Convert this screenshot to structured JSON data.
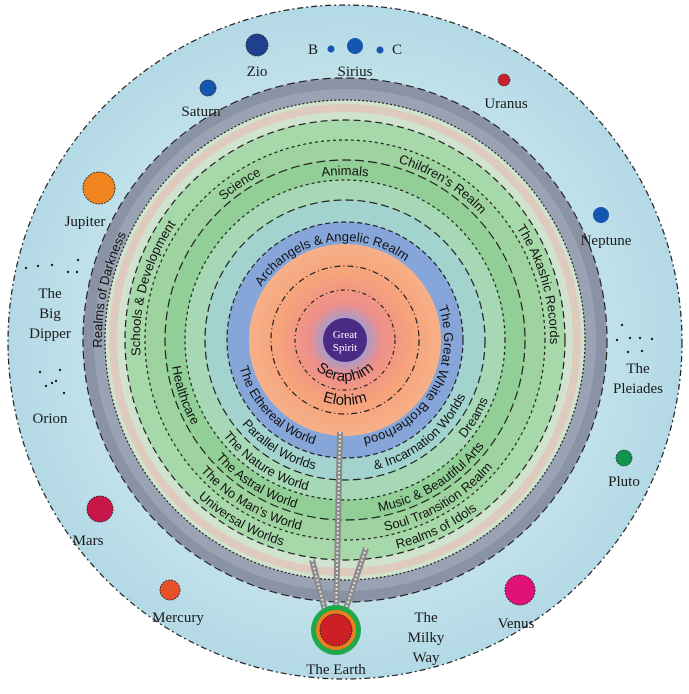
{
  "title": "Spiritual Realms Cosmology Diagram",
  "center": {
    "core_label_line1": "Great",
    "core_label_line2": "Spirit",
    "inner_rings": [
      "Seraphim",
      "Elohim"
    ]
  },
  "realms": {
    "archangels": "Archangels & Angelic Realm",
    "brotherhood": "The Great White Brotherhood",
    "ethereal": "The Ethereal World",
    "parallel": "Parallel Worlds",
    "incarnation": "& Incarnation Worlds",
    "nature": "The Nature World",
    "astral": "The Astral World",
    "music": "Music & Beautiful Arts",
    "no_mans": "The No Man's World",
    "soul_transition": "Soul Transition Realms",
    "universal": "Universal Worlds",
    "idols": "Realms of Idols",
    "darkness": "Realms of Darkness",
    "schools": "Schools & Development",
    "science": "Science",
    "animals": "Animals",
    "childrens": "Children's Realm",
    "akashic": "The Akashic Records",
    "dreams": "Dreams",
    "healthcare": "Healthcare"
  },
  "celestial_bodies": [
    {
      "id": "zio",
      "label": "Zio",
      "color": "#1f3f8f"
    },
    {
      "id": "sirius",
      "label": "Sirius",
      "color": "#1556b0"
    },
    {
      "id": "sirius-b",
      "label": "B",
      "color": "#1556b0"
    },
    {
      "id": "sirius-c",
      "label": "C",
      "color": "#1556b0"
    },
    {
      "id": "saturn",
      "label": "Saturn",
      "color": "#1556b0"
    },
    {
      "id": "uranus",
      "label": "Uranus",
      "color": "#c8202c"
    },
    {
      "id": "jupiter",
      "label": "Jupiter",
      "color": "#f0841e"
    },
    {
      "id": "neptune",
      "label": "Neptune",
      "color": "#1556b0"
    },
    {
      "id": "pluto",
      "label": "Pluto",
      "color": "#10934a"
    },
    {
      "id": "mars",
      "label": "Mars",
      "color": "#c8154a"
    },
    {
      "id": "mercury",
      "label": "Mercury",
      "color": "#e8502a"
    },
    {
      "id": "venus",
      "label": "Venus",
      "color": "#e0127a"
    },
    {
      "id": "earth",
      "label": "The Earth",
      "color": "#cc1f26"
    }
  ],
  "constellations": {
    "big_dipper": [
      "The",
      "Big",
      "Dipper"
    ],
    "orion": "Orion",
    "pleiades": [
      "The",
      "Pleiades"
    ],
    "milky_way": [
      "The",
      "Milky",
      "Way"
    ]
  },
  "colors": {
    "sky": "#b8dde8",
    "gray_band": "#8d97a8",
    "green_band": "#9fd3a0",
    "blue_ring": "#7fa2d6",
    "orange_core": "#f7a27a",
    "red_core": "#ef8a7e",
    "violet_core": "#a39ac8",
    "great_spirit": "#4a2a85"
  }
}
